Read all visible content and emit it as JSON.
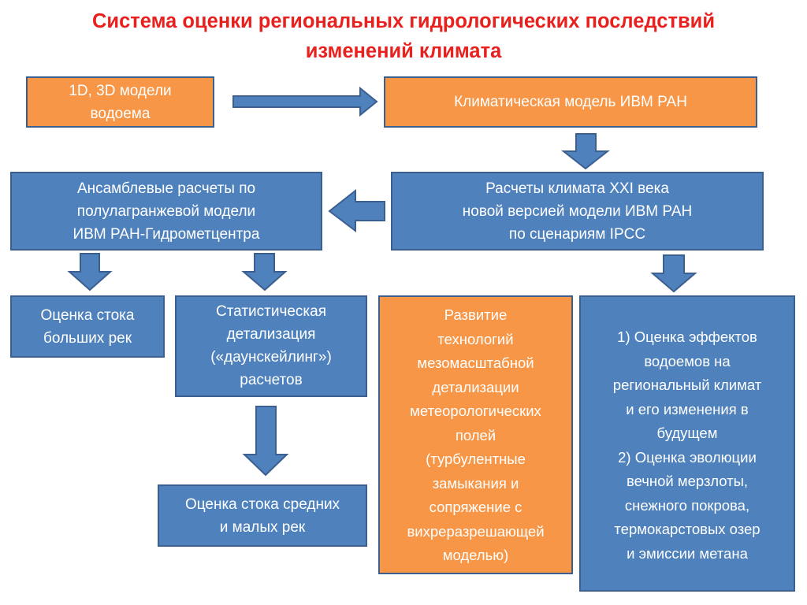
{
  "title": "Система оценки региональных гидрологических последствий\nизменений климата",
  "boxes": {
    "models_1d3d": "1D, 3D модели\nводоема",
    "climate_model": "Климатическая модель ИВМ РАН",
    "ensemble_calc": "Ансамблевые расчеты по\nполулагранжевой модели\nИВМ РАН-Гидрометцентра",
    "climate_21c": "Расчеты климата XXI века\nновой версией модели ИВМ РАН\nпо сценариям IPCC",
    "large_rivers": "Оценка стока\nбольших рек",
    "downscaling": "Статистическая\nдетализация\n(«даунскейлинг»)\nрасчетов",
    "mesoscale_tech": "Развитие\nтехнологий\nмезомасштабной\nдетализации\nметеорологических\nполей\n(турбулентные\nзамыкания и\nсопряжение с\nвихреразрешающей\nмоделью)",
    "effects_assessment": "1) Оценка эффектов\nводоемов на\nрегиональный климат\nи его изменения в\nбудущем\n2) Оценка эволюции\nвечной мерзлоты,\nснежного покрова,\nтермокарстовых  озер\nи эмиссии метана",
    "medium_small_rivers": "Оценка стока средних\nи малых рек"
  },
  "colors": {
    "title": "#e8201e",
    "orange": "#f79646",
    "blue": "#4f81bd",
    "border": "#3b5f8e"
  }
}
